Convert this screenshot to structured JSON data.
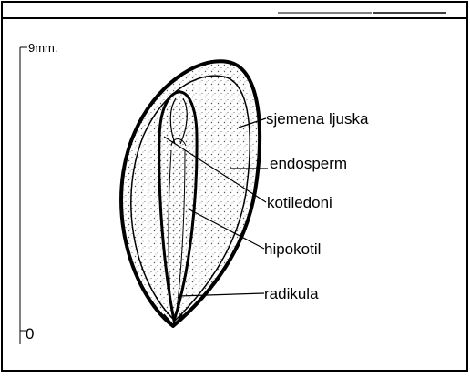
{
  "scale": {
    "top_label": "9mm.",
    "bottom_label": "0"
  },
  "labels": {
    "seed_coat": "sjemena ljuska",
    "endosperm": "endosperm",
    "cotyledons": "kotiledoni",
    "hypocotyl": "hipokotil",
    "radicle": "radikula"
  },
  "colors": {
    "ink": "#000000",
    "background": "#ffffff",
    "stipple": "#555555"
  }
}
